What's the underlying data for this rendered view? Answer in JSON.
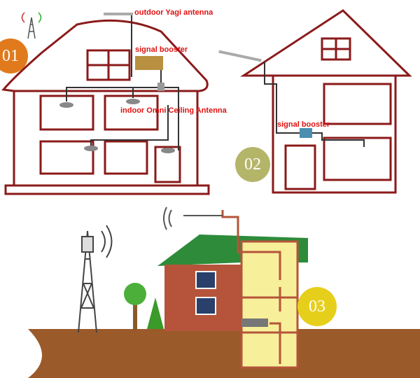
{
  "labels": {
    "outdoor_antenna": "outdoor Yagi antenna",
    "signal_booster_1": "signal booster",
    "indoor_antenna": "indoor Omni Ceiling Antenna",
    "signal_booster_2": "signal booster"
  },
  "badges": [
    {
      "text": "01",
      "color": "#e07a1c"
    },
    {
      "text": "02",
      "color": "#b5b56a"
    },
    {
      "text": "03",
      "color": "#e6cf1a"
    }
  ],
  "colors": {
    "wall": "#8b1a1a",
    "cable": "#333333",
    "roof_green": "#2e8b3a",
    "brick": "#b5543a",
    "yellow_wall": "#f7ef9a",
    "ground": "#9b5a2a"
  }
}
